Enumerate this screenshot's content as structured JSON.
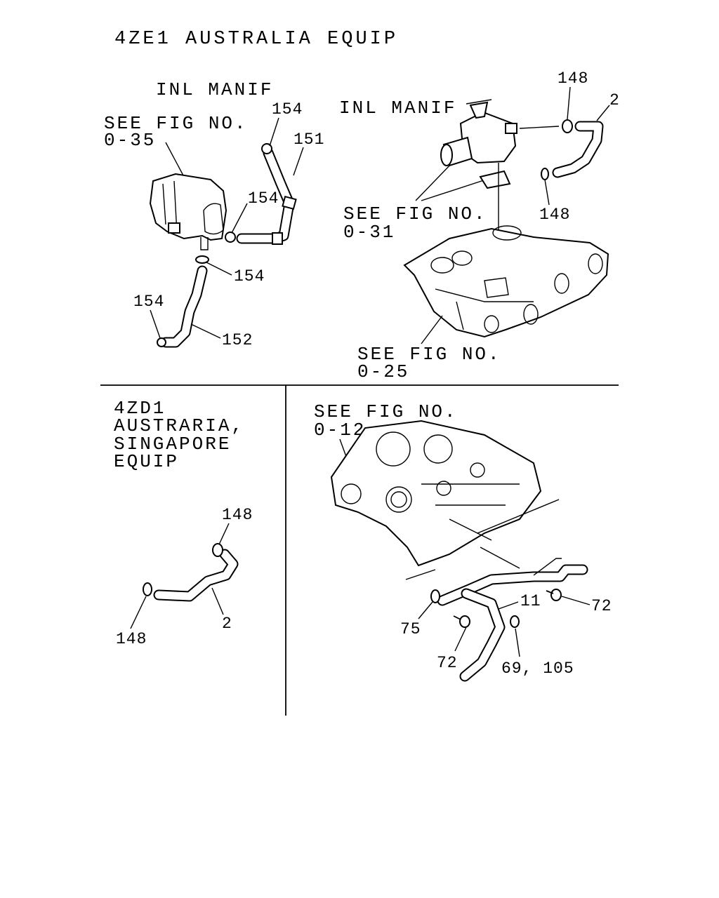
{
  "section_top": {
    "title": "4ZE1 AUSTRALIA EQUIP",
    "inl_manif_left": "INL MANIF",
    "inl_manif_right": "INL MANIF",
    "see_fig_035": [
      "SEE FIG NO.",
      "0-35"
    ],
    "see_fig_031": [
      "SEE FIG NO.",
      "0-31"
    ],
    "see_fig_025": [
      "SEE FIG NO.",
      "0-25"
    ],
    "callouts": {
      "c154_top": "154",
      "c151": "151",
      "c154_mid": "154",
      "c154_low": "154",
      "c154_left": "154",
      "c152": "152",
      "c148_top": "148",
      "c2_top": "2",
      "c148_right": "148"
    }
  },
  "section_bottom_left": {
    "heading": [
      "4ZD1",
      "AUSTRARIA,",
      "SINGAPORE",
      "EQUIP"
    ],
    "callouts": {
      "c148_top": "148",
      "c148_bottom": "148",
      "c2": "2"
    }
  },
  "section_bottom_right": {
    "see_fig_012": [
      "SEE FIG NO.",
      "0-12"
    ],
    "callouts": {
      "c11": "11",
      "c72_right": "72",
      "c75": "75",
      "c72_bottom": "72",
      "c69_105": "69, 105"
    }
  }
}
